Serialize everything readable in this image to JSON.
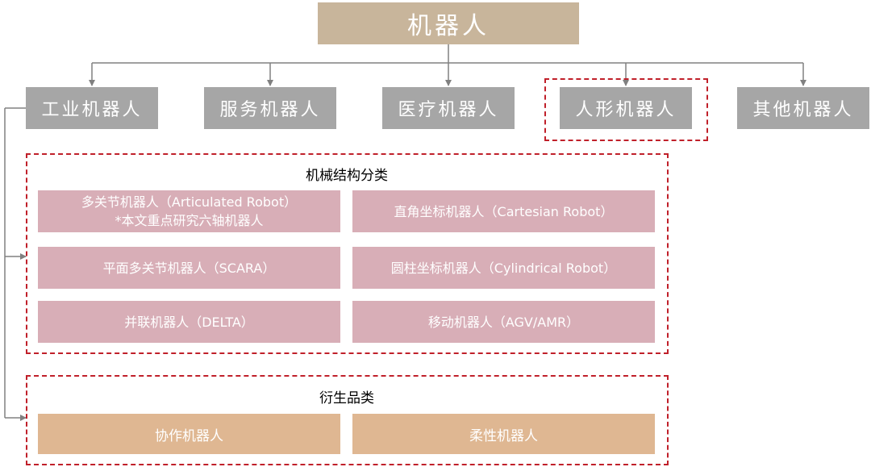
{
  "root": {
    "label": "机器人"
  },
  "categories": [
    {
      "label": "工业机器人"
    },
    {
      "label": "服务机器人"
    },
    {
      "label": "医疗机器人"
    },
    {
      "label": "人形机器人"
    },
    {
      "label": "其他机器人"
    }
  ],
  "mechanical_group": {
    "title": "机械结构分类",
    "items": [
      {
        "line1": "多关节机器人（Articulated Robot）",
        "line2": "*本文重点研究六轴机器人"
      },
      {
        "line1": "直角坐标机器人（Cartesian Robot）"
      },
      {
        "line1": "平面多关节机器人（SCARA）"
      },
      {
        "line1": "圆柱坐标机器人（Cylindrical Robot）"
      },
      {
        "line1": "并联机器人（DELTA）"
      },
      {
        "line1": "移动机器人（AGV/AMR）"
      }
    ]
  },
  "derivative_group": {
    "title": "衍生品类",
    "items": [
      {
        "label": "协作机器人"
      },
      {
        "label": "柔性机器人"
      }
    ]
  },
  "colors": {
    "root": "#c8b59b",
    "category": "#a6a6a6",
    "mechanical": "#d8aeb7",
    "derivative": "#dfb792",
    "highlight_dash": "#c0202a",
    "connector": "#808080"
  }
}
